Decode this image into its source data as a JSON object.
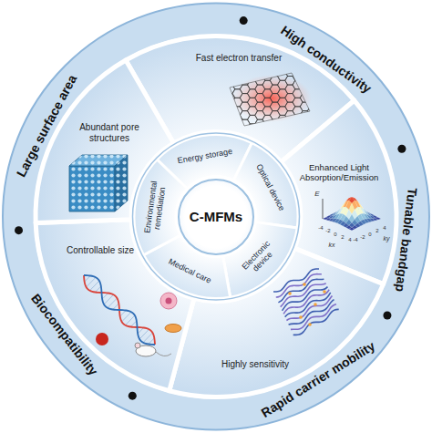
{
  "diagram": {
    "nodes": [
      {
        "text": [
          "C-MFMs"
        ]
      },
      {
        "text": [
          "Energy storage"
        ]
      },
      {
        "text": [
          "Optical device"
        ]
      },
      {
        "text": [
          "Electronic device"
        ]
      },
      {
        "text": [
          "Medical care"
        ]
      },
      {
        "text": [
          "Environmental remediation"
        ]
      },
      {
        "text": [
          "Fast electron transfer"
        ]
      },
      {
        "text": [
          "Enhanced Light Absorption/Emission"
        ]
      },
      {
        "text": [
          "Highly sensitivity"
        ]
      },
      {
        "text": [
          "Controllable size"
        ]
      },
      {
        "text": [
          "Abundant pore structures"
        ]
      }
    ],
    "labels": [
      "High conductivity",
      "Tunable bandgap",
      "Rapid carrier mobility",
      "Biocompatibility",
      "Large surface area",
      "E",
      "kx",
      "ky",
      "-4",
      "-2",
      "0",
      "2",
      "4",
      "-4",
      "-2",
      "0",
      "2",
      "4"
    ]
  }
}
